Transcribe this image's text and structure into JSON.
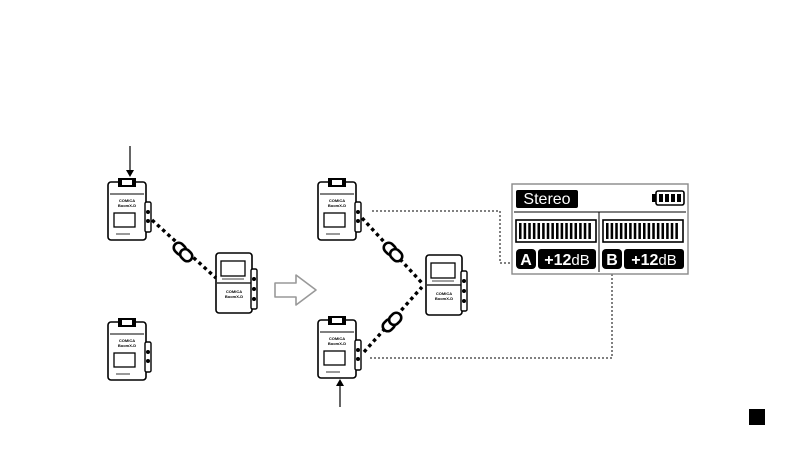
{
  "device": {
    "brand": "COMICA",
    "model": "BoomX-D"
  },
  "lcd": {
    "mode": "Stereo",
    "channel_a": {
      "label": "A",
      "gain": "+12",
      "unit": "dB"
    },
    "channel_b": {
      "label": "B",
      "gain": "+12",
      "unit": "dB"
    },
    "meter_bar_count": 16
  },
  "colors": {
    "ink": "#000000",
    "arrow_gray": "#999999"
  },
  "icons": {
    "link": "chain-link-icon",
    "battery": "battery-icon",
    "process": "hollow-right-arrow-icon",
    "corner": "black-square-icon"
  }
}
